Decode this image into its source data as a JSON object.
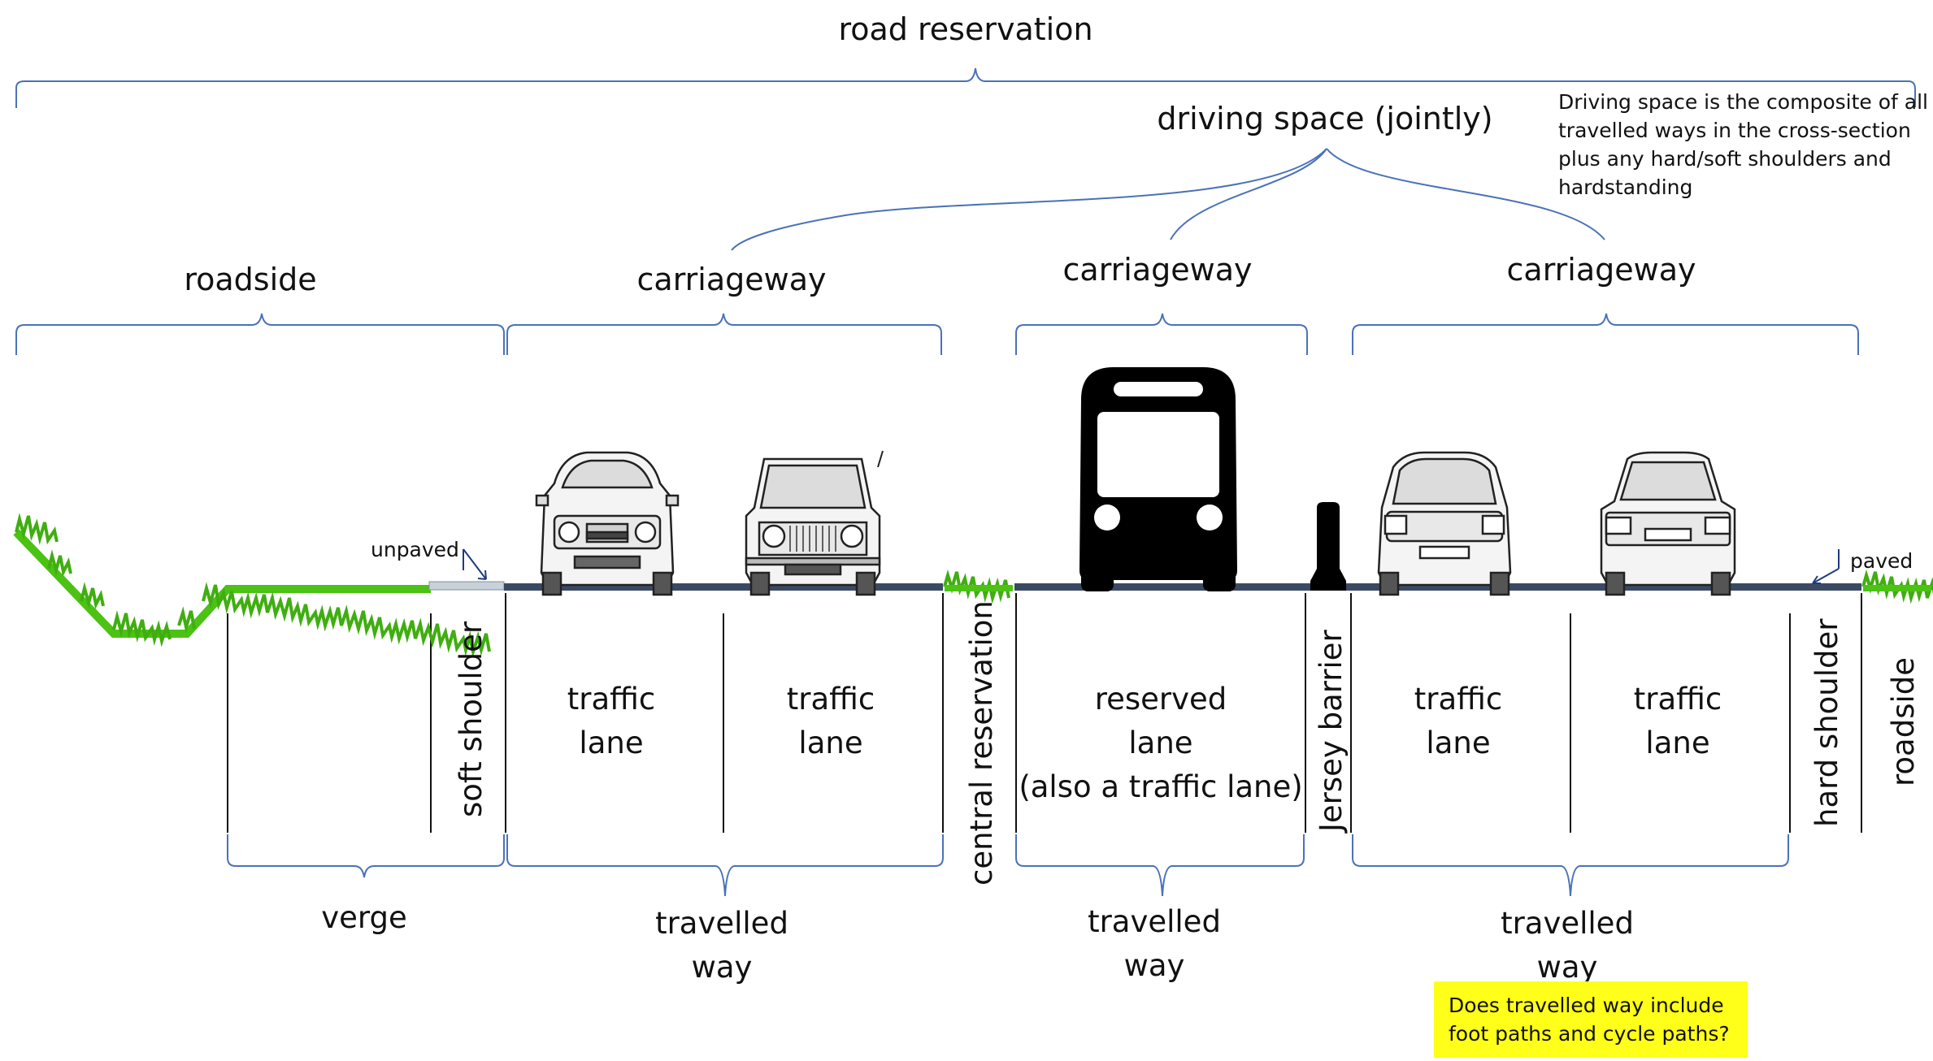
{
  "colors": {
    "bracket": "#4a72b8",
    "road": "#3b4a63",
    "grass": "#4cc214",
    "note_background": "#ffff1a"
  },
  "top": {
    "road_reservation": "road reservation",
    "driving_space": "driving space (jointly)",
    "driving_space_note": "Driving space is the composite of all\ntravelled ways in the cross-section\nplus any hard/soft shoulders and\nhardstanding"
  },
  "upper_groups": {
    "roadside": "roadside",
    "carriageway_1": "carriageway",
    "carriageway_2": "carriageway",
    "carriageway_3": "carriageway"
  },
  "surface_labels": {
    "unpaved": "unpaved",
    "paved": "paved"
  },
  "icons": [
    "grass-icon",
    "car-front-icon",
    "car-rear-icon",
    "bus-icon",
    "jersey-barrier-icon",
    "arrow-icon"
  ],
  "sections": {
    "soft_shoulder": "soft shoulder",
    "lane_1": "traffic\nlane",
    "lane_2": "traffic\nlane",
    "central_reservation": "central reservation",
    "reserved_lane": "reserved\nlane\n(also a traffic lane)",
    "jersey_barrier": "Jersey barrier",
    "lane_3": "traffic\nlane",
    "lane_4": "traffic\nlane",
    "hard_shoulder": "hard shoulder",
    "roadside_right": "roadside"
  },
  "lower_groups": {
    "verge": "verge",
    "travelled_way_1": "travelled\nway",
    "travelled_way_2": "travelled\nway",
    "travelled_way_3": "travelled\nway"
  },
  "question_note": "Does travelled way include\nfoot paths and cycle paths?"
}
